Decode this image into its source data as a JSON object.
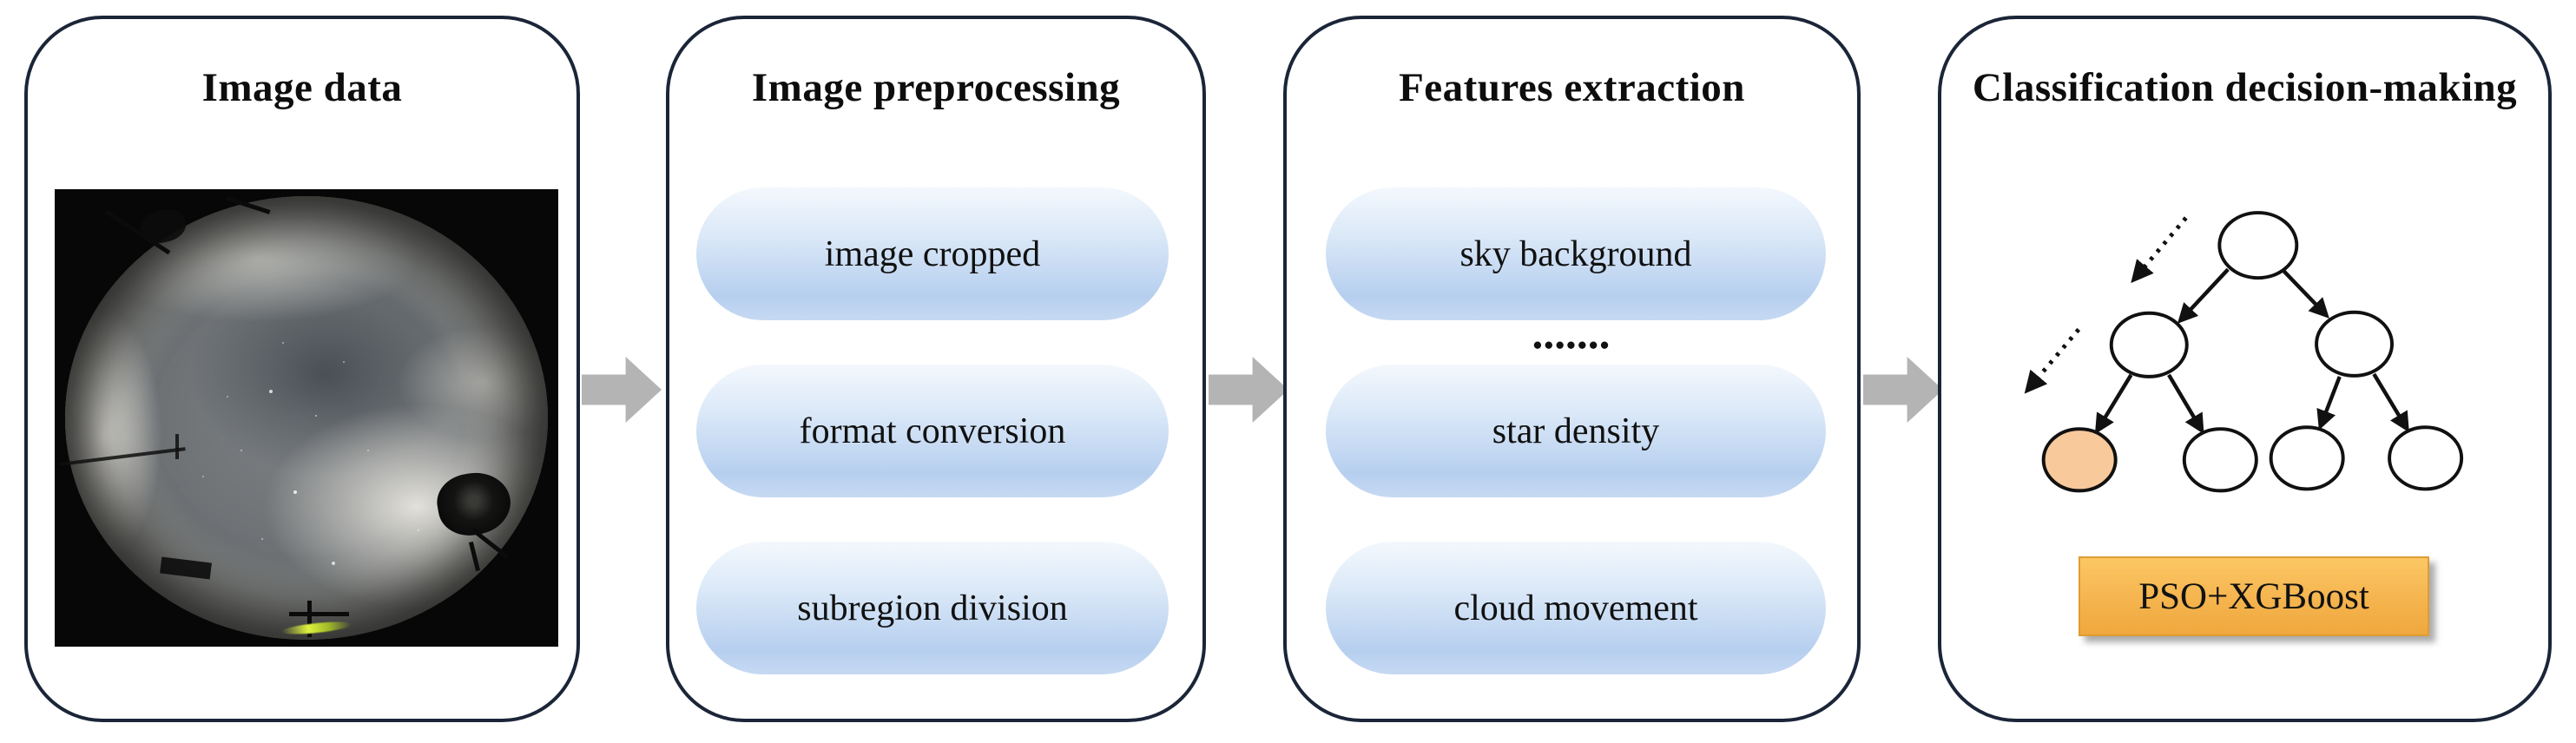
{
  "figure": {
    "type": "pipeline-flow-diagram",
    "panels": [
      {
        "id": "image-data",
        "title": "Image data"
      },
      {
        "id": "image-preprocessing",
        "title": "Image preprocessing",
        "steps": [
          "image cropped",
          "format conversion",
          "subregion division"
        ]
      },
      {
        "id": "features-extraction",
        "title": "Features extraction",
        "steps": [
          "sky background",
          "star density",
          "cloud movement"
        ],
        "ellipsis": "•••••••"
      },
      {
        "id": "classification-decision-making",
        "title": "Classification decision-making",
        "model_label": "PSO+XGBoost"
      }
    ],
    "colors": {
      "panel_border": "#1b2538",
      "pill_gradient_top": "#f3f8fd",
      "pill_gradient_bottom": "#b6cfef",
      "flow_arrow": "#b4b4b4",
      "model_box_top": "#fbc765",
      "model_box_bottom": "#efa83e",
      "highlighted_leaf": "#f8c99b",
      "tree_stroke": "#111111"
    }
  }
}
